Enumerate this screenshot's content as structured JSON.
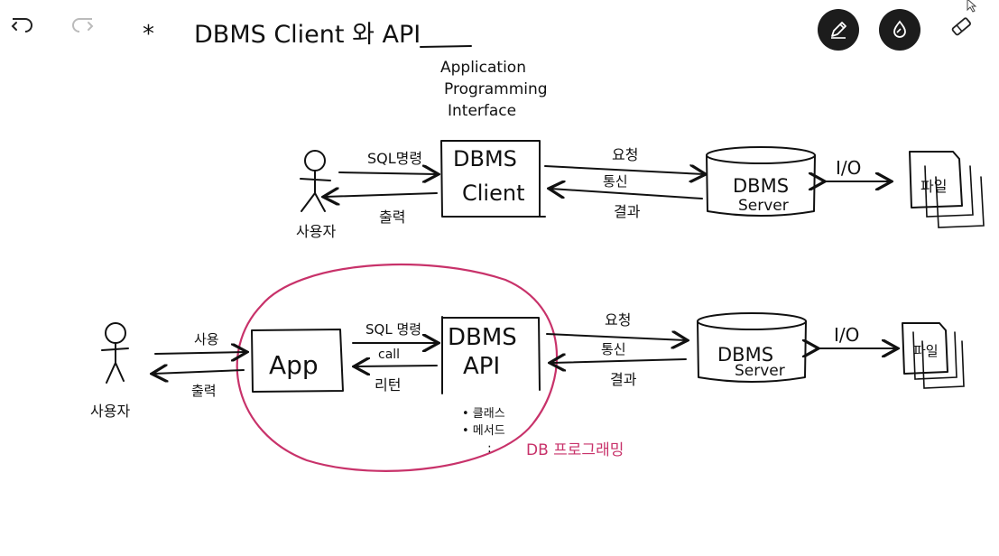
{
  "toolbar": {
    "undo": "undo-icon",
    "redo": "redo-icon",
    "pen": "pen-icon",
    "highlighter": "highlighter-icon",
    "eraser": "eraser-icon",
    "ink_color": "#111111",
    "highlight_color": "#c8326a"
  },
  "title": {
    "bullet": "*",
    "text": "DBMS Client 와 API",
    "note_line1": "Application",
    "note_line2": "Programming",
    "note_line3": "Interface"
  },
  "row1": {
    "user_label": "사용자",
    "to_client": "SQL명령",
    "from_client": "출력",
    "client_line1": "DBMS",
    "client_line2": "Client",
    "req": "요청",
    "comm": "통신",
    "res": "결과",
    "server_line1": "DBMS",
    "server_line2": "Server",
    "io": "I/O",
    "file_label": "파일"
  },
  "row2": {
    "user_label": "사용자",
    "to_app": "사용",
    "from_app": "출력",
    "app_label": "App",
    "sql_cmd": "SQL 명령",
    "call": "call",
    "return": "리턴",
    "api_line1": "DBMS",
    "api_line2": "API",
    "bullet1": "• 클래스",
    "bullet2": "• 메서드",
    "bullet3": ":",
    "req": "요청",
    "comm": "통신",
    "res": "결과",
    "server_line1": "DBMS",
    "server_line2": "Server",
    "io": "I/O",
    "file_label": "파일",
    "circle_note": "DB 프로그래밍"
  }
}
